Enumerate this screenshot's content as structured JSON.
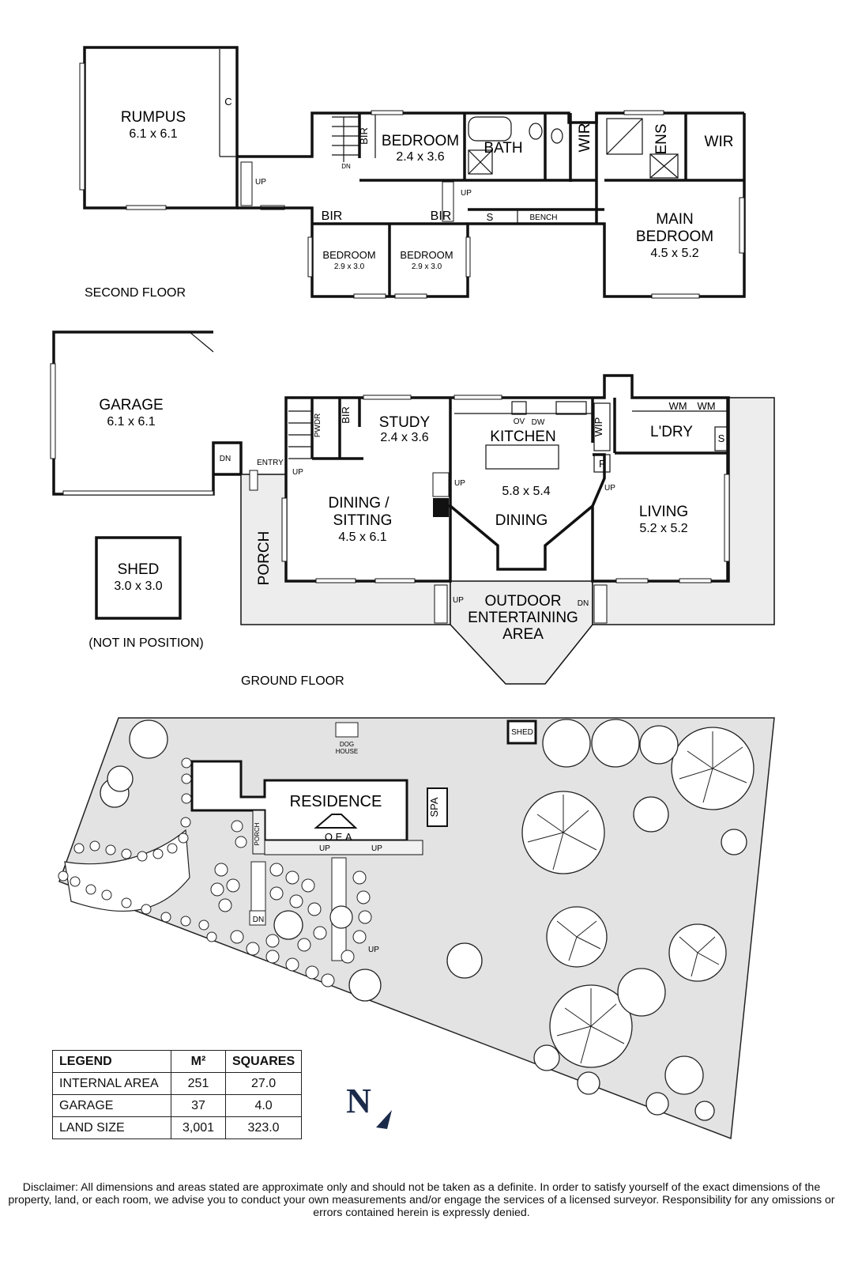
{
  "second_floor": {
    "label": "SECOND FLOOR",
    "rooms": {
      "rumpus": {
        "name": "RUMPUS",
        "size": "6.1 x 6.1"
      },
      "bedroom_upper": {
        "name": "BEDROOM",
        "size": "2.4 x 3.6"
      },
      "bath": {
        "name": "BATH"
      },
      "wir_left": {
        "name": "WIR"
      },
      "ens": {
        "name": "ENS"
      },
      "wir_right": {
        "name": "WIR"
      },
      "main_bedroom": {
        "name_line1": "MAIN",
        "name_line2": "BEDROOM",
        "size": "4.5 x 5.2"
      },
      "bedroom_left": {
        "name": "BEDROOM",
        "size": "2.9 x 3.0"
      },
      "bedroom_right": {
        "name": "BEDROOM",
        "size": "2.9 x 3.0"
      }
    },
    "labels": {
      "c": "C",
      "bir_stair": "BIR",
      "dn": "DN",
      "up_left": "UP",
      "up_mid": "UP",
      "bir_left": "BIR",
      "bir_right": "BIR",
      "s": "S",
      "bench": "BENCH"
    }
  },
  "ground_floor": {
    "label": "GROUND FLOOR",
    "rooms": {
      "garage": {
        "name": "GARAGE",
        "size": "6.1 x 6.1"
      },
      "study": {
        "name": "STUDY",
        "size": "2.4 x 3.6"
      },
      "kitchen": {
        "name": "KITCHEN",
        "size": "5.8 x 5.4"
      },
      "dining": {
        "name": "DINING"
      },
      "dining_sitting": {
        "name_line1": "DINING /",
        "name_line2": "SITTING",
        "size": "4.5 x 6.1"
      },
      "living": {
        "name": "LIVING",
        "size": "5.2 x 5.2"
      },
      "laundry": {
        "name": "L'DRY"
      },
      "porch": {
        "name": "PORCH"
      },
      "outdoor": {
        "line1": "OUTDOOR",
        "line2": "ENTERTAINING",
        "line3": "AREA"
      },
      "shed": {
        "name": "SHED",
        "size": "3.0 x 3.0",
        "note": "(NOT IN POSITION)"
      }
    },
    "labels": {
      "pwdr": "PWDR",
      "bir": "BIR",
      "entry": "ENTRY",
      "dn_entry": "DN",
      "up_stair": "UP",
      "ov": "OV",
      "dw": "DW",
      "wip": "WIP",
      "f": "F",
      "wm1": "WM",
      "wm2": "WM",
      "s": "S",
      "up_kitchen": "UP",
      "up_living": "UP",
      "up_oea": "UP",
      "dn_oea": "DN"
    }
  },
  "site_plan": {
    "residence": "RESIDENCE",
    "oea": "O.E.A.",
    "porch": "PORCH",
    "spa": "SPA",
    "shed": "SHED",
    "dog_house_line1": "DOG",
    "dog_house_line2": "HOUSE",
    "up1": "UP",
    "up2": "UP",
    "up3": "UP",
    "dn": "DN",
    "north": "N"
  },
  "legend": {
    "headers": [
      "LEGEND",
      "M²",
      "SQUARES"
    ],
    "rows": [
      [
        "INTERNAL AREA",
        "251",
        "27.0"
      ],
      [
        "GARAGE",
        "37",
        "4.0"
      ],
      [
        "LAND SIZE",
        "3,001",
        "323.0"
      ]
    ]
  },
  "disclaimer": "Disclaimer: All dimensions and areas stated are approximate only and should not be taken as a definite. In order to satisfy yourself of the exact dimensions of the property, land, or each room, we advise you to conduct your own measurements and/or engage the services of a licensed surveyor. Responsibility for any omissions or errors contained herein is expressly denied."
}
